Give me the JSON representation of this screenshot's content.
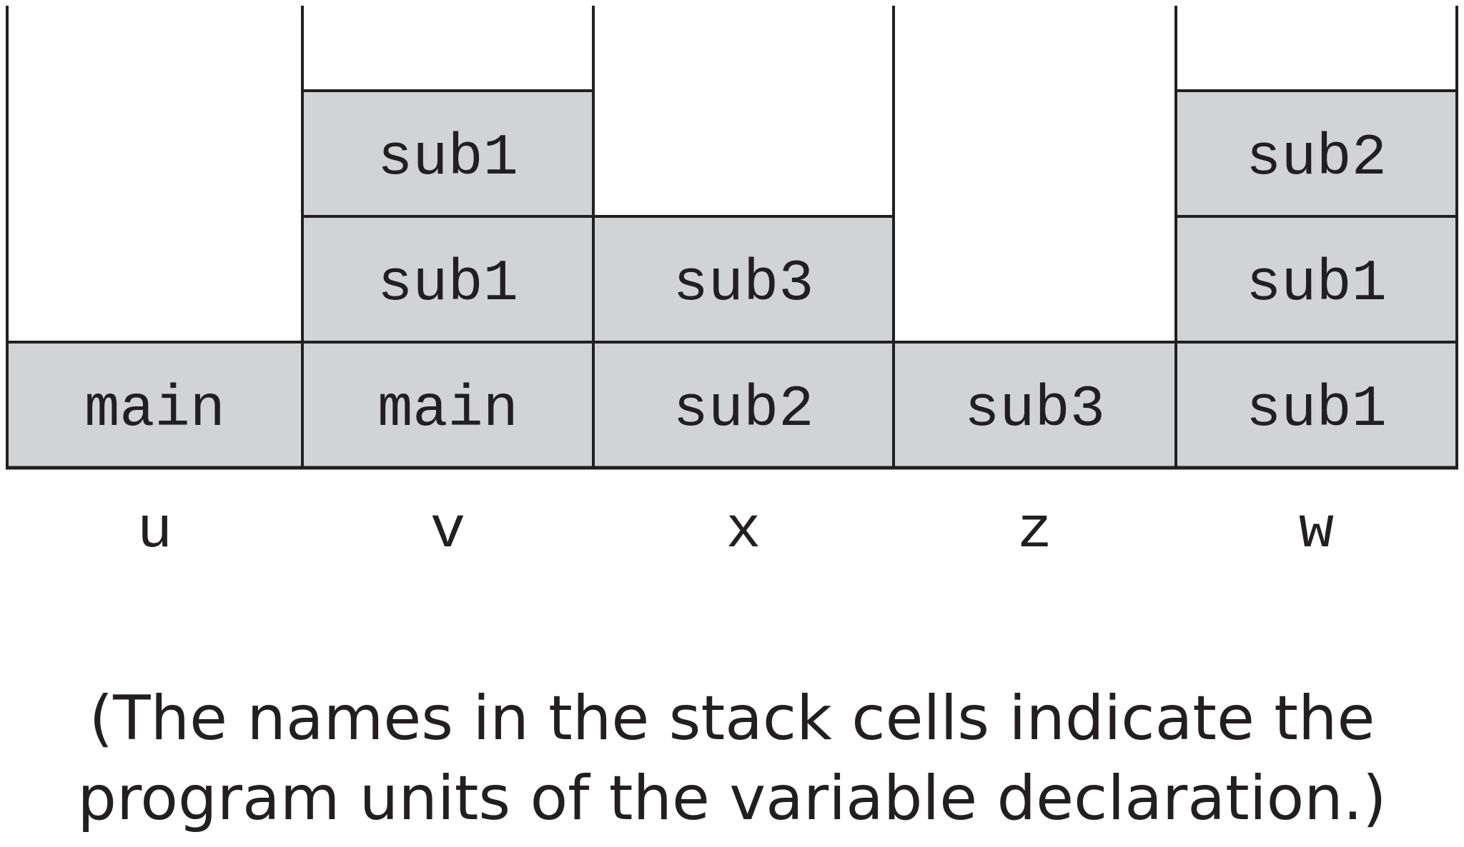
{
  "stacks": [
    {
      "variable": "u",
      "cells": [
        "main"
      ]
    },
    {
      "variable": "v",
      "cells": [
        "main",
        "sub1",
        "sub1"
      ]
    },
    {
      "variable": "x",
      "cells": [
        "sub2",
        "sub3"
      ]
    },
    {
      "variable": "z",
      "cells": [
        "sub3"
      ]
    },
    {
      "variable": "w",
      "cells": [
        "sub1",
        "sub1",
        "sub2"
      ]
    }
  ],
  "caption": {
    "line1": "(The names in the stack cells indicate the",
    "line2": "program units of the variable declaration.)"
  },
  "colors": {
    "cell_fill": "#d1d3d4",
    "line": "#231f20",
    "background": "#ffffff"
  }
}
